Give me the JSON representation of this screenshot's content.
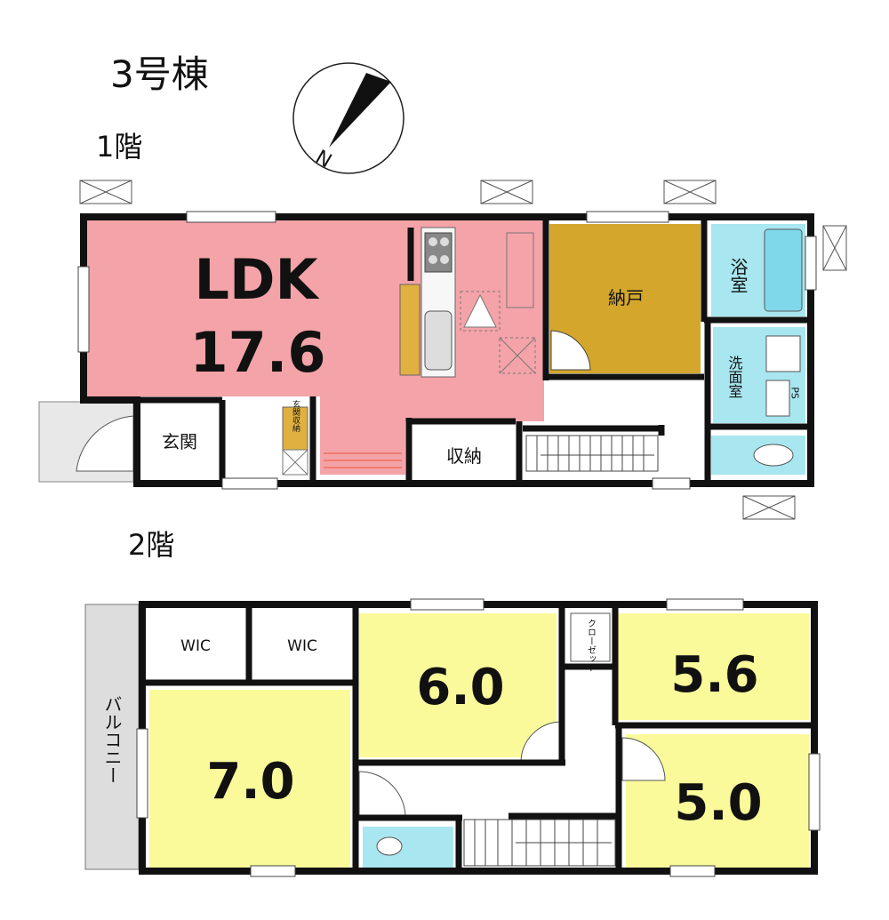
{
  "title": "3号棟",
  "compass": {
    "label": "N"
  },
  "floor1": {
    "label": "1階",
    "rooms": {
      "ldk_name": "LDK",
      "ldk_size": "17.6",
      "storeroom": "納戸",
      "bath": "浴室",
      "washroom": "洗面室",
      "ps": "PS",
      "entrance": "玄関",
      "entrance_storage": "玄関収納",
      "storage": "収納"
    }
  },
  "floor2": {
    "label": "2階",
    "rooms": {
      "wic1": "WIC",
      "wic2": "WIC",
      "room_70": "7.0",
      "room_60": "6.0",
      "room_56": "5.6",
      "room_50": "5.0",
      "closet": "クローゼット",
      "balcony": "バルコニー"
    }
  },
  "colors": {
    "ldk": "#f4a3a8",
    "storeroom": "#d4a72c",
    "bath": "#a8e6f0",
    "bedroom": "#fafa9a",
    "wall": "#111111",
    "balcony": "#dddddd",
    "counter": "#e0b040"
  }
}
